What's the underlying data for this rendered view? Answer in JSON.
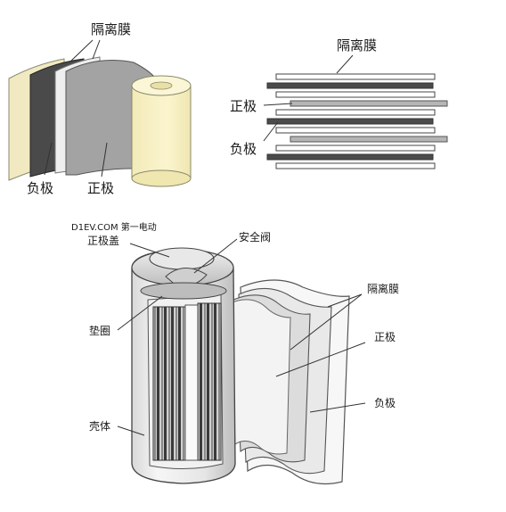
{
  "panel_top_left": {
    "separator": "隔离膜",
    "negative": "负极",
    "positive": "正极"
  },
  "panel_top_right": {
    "separator": "隔离膜",
    "positive": "正极",
    "negative": "负极"
  },
  "panel_bottom": {
    "watermark": "D1EV.COM 第一电动",
    "cap": "正极盖",
    "safety_valve": "安全阀",
    "gasket": "垫圈",
    "case": "壳体",
    "separator": "隔离膜",
    "positive": "正极",
    "negative": "负极"
  }
}
